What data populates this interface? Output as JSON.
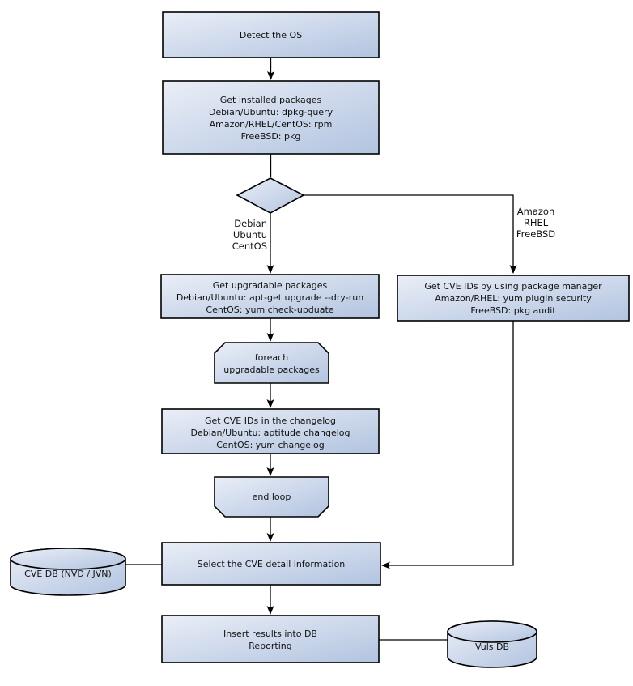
{
  "colors": {
    "node_fill_light": "#eaeef7",
    "node_fill_dark": "#b2c4e0",
    "stroke": "#000000",
    "text": "#111111",
    "background": "#ffffff"
  },
  "nodes": {
    "detect_os": {
      "lines": [
        "Detect the OS"
      ]
    },
    "get_installed": {
      "lines": [
        "Get installed packages",
        "Debian/Ubuntu: dpkg-query",
        "Amazon/RHEL/CentOS: rpm",
        "FreeBSD: pkg"
      ]
    },
    "get_upgradable": {
      "lines": [
        "Get upgradable packages",
        "Debian/Ubuntu: apt-get upgrade --dry-run",
        "CentOS: yum check-upduate"
      ]
    },
    "get_cve_pkg_manager": {
      "lines": [
        "Get CVE IDs by using package manager",
        "Amazon/RHEL: yum plugin security",
        "FreeBSD: pkg audit"
      ]
    },
    "foreach_loop": {
      "lines": [
        "foreach",
        "upgradable packages"
      ]
    },
    "get_cve_changelog": {
      "lines": [
        "Get CVE IDs in the changelog",
        "Debian/Ubuntu: aptitude changelog",
        "CentOS: yum changelog"
      ]
    },
    "end_loop": {
      "lines": [
        "end loop"
      ]
    },
    "select_cve_detail": {
      "lines": [
        "Select the CVE detail information"
      ]
    },
    "insert_results": {
      "lines": [
        "Insert results into DB",
        "Reporting"
      ]
    },
    "cve_db": {
      "label": "CVE DB (NVD / JVN)"
    },
    "vuls_db": {
      "label": "Vuls DB"
    }
  },
  "edge_labels": {
    "left_branch": [
      "Debian",
      "Ubuntu",
      "CentOS"
    ],
    "right_branch": [
      "Amazon",
      "RHEL",
      "FreeBSD"
    ]
  }
}
